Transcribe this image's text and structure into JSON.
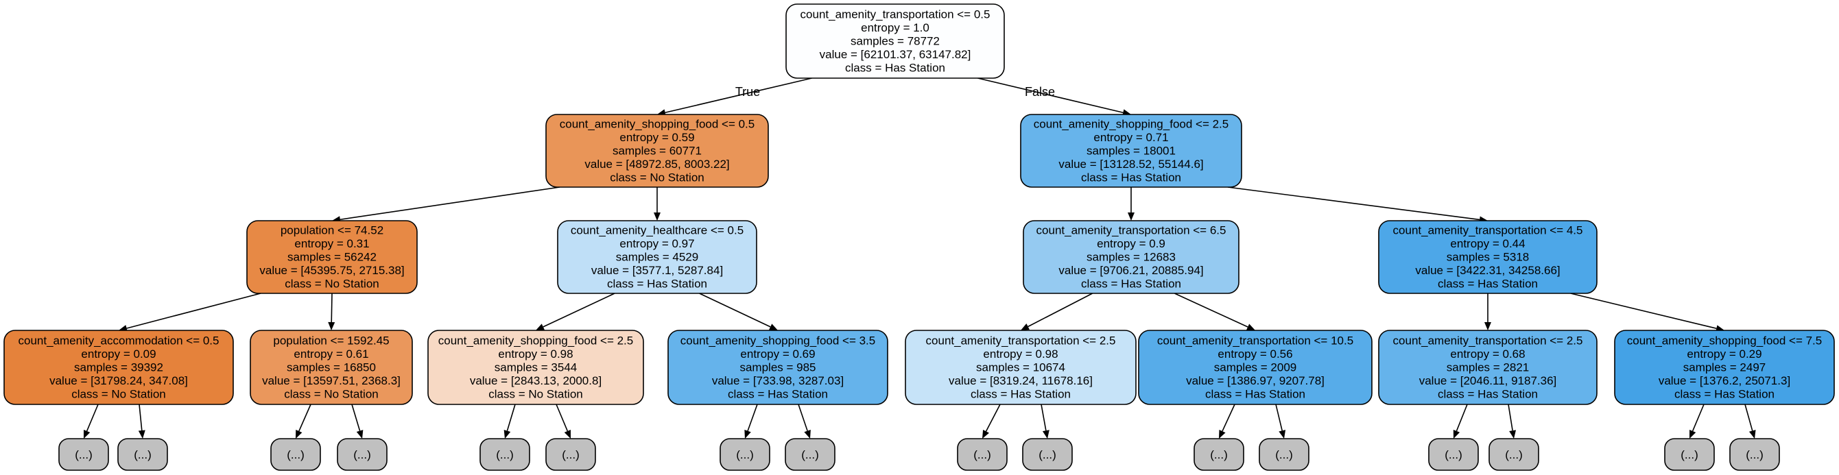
{
  "nodes": [
    {
      "id": "n0",
      "lines": [
        "count_amenity_transportation <= 0.5",
        "entropy = 1.0",
        "samples = 78772",
        "value = [62101.37, 63147.82]",
        "class = Has Station"
      ],
      "fill": "#fdfeff"
    },
    {
      "id": "n1",
      "lines": [
        "count_amenity_shopping_food <= 0.5",
        "entropy = 0.59",
        "samples = 60771",
        "value = [48972.85, 8003.22]",
        "class = No Station"
      ],
      "fill": "#e99558"
    },
    {
      "id": "n2",
      "lines": [
        "count_amenity_shopping_food <= 2.5",
        "entropy = 0.71",
        "samples = 18001",
        "value = [13128.52, 55144.6]",
        "class = Has Station"
      ],
      "fill": "#67b4eb"
    },
    {
      "id": "n3",
      "lines": [
        "population <= 74.52",
        "entropy = 0.31",
        "samples = 56242",
        "value = [45395.75, 2715.38]",
        "class = No Station"
      ],
      "fill": "#e78945"
    },
    {
      "id": "n4",
      "lines": [
        "count_amenity_healthcare <= 0.5",
        "entropy = 0.97",
        "samples = 4529",
        "value = [3577.1, 5287.84]",
        "class = Has Station"
      ],
      "fill": "#bfdff7"
    },
    {
      "id": "n5",
      "lines": [
        "count_amenity_transportation <= 6.5",
        "entropy = 0.9",
        "samples = 12683",
        "value = [9706.21, 20885.94]",
        "class = Has Station"
      ],
      "fill": "#95caf1"
    },
    {
      "id": "n6",
      "lines": [
        "count_amenity_transportation <= 4.5",
        "entropy = 0.44",
        "samples = 5318",
        "value = [3422.31, 34258.66]",
        "class = Has Station"
      ],
      "fill": "#4da7e8"
    },
    {
      "id": "n7",
      "lines": [
        "count_amenity_accommodation <= 0.5",
        "entropy = 0.09",
        "samples = 39392",
        "value = [31798.24, 347.08]",
        "class = No Station"
      ],
      "fill": "#e5823b"
    },
    {
      "id": "n8",
      "lines": [
        "population <= 1592.45",
        "entropy = 0.61",
        "samples = 16850",
        "value = [13597.51, 2368.3]",
        "class = No Station"
      ],
      "fill": "#ea975c"
    },
    {
      "id": "n9",
      "lines": [
        "count_amenity_shopping_food <= 2.5",
        "entropy = 0.98",
        "samples = 3544",
        "value = [2843.13, 2000.8]",
        "class = No Station"
      ],
      "fill": "#f7d9c4"
    },
    {
      "id": "n10",
      "lines": [
        "count_amenity_shopping_food <= 3.5",
        "entropy = 0.69",
        "samples = 985",
        "value = [733.98, 3287.03]",
        "class = Has Station"
      ],
      "fill": "#65b3eb"
    },
    {
      "id": "n11",
      "lines": [
        "count_amenity_transportation <= 2.5",
        "entropy = 0.98",
        "samples = 10674",
        "value = [8319.24, 11678.16]",
        "class = Has Station"
      ],
      "fill": "#c6e3f8"
    },
    {
      "id": "n12",
      "lines": [
        "count_amenity_transportation <= 10.5",
        "entropy = 0.56",
        "samples = 2009",
        "value = [1386.97, 9207.78]",
        "class = Has Station"
      ],
      "fill": "#57ace9"
    },
    {
      "id": "n13",
      "lines": [
        "count_amenity_transportation <= 2.5",
        "entropy = 0.68",
        "samples = 2821",
        "value = [2046.11, 9187.36]",
        "class = Has Station"
      ],
      "fill": "#65b3eb"
    },
    {
      "id": "n14",
      "lines": [
        "count_amenity_shopping_food <= 7.5",
        "entropy = 0.29",
        "samples = 2497",
        "value = [1376.2, 25071.3]",
        "class = Has Station"
      ],
      "fill": "#44a2e6"
    }
  ],
  "edge_labels": {
    "true": "True",
    "false": "False"
  },
  "leaf_label": "(...)",
  "colors": {
    "leaf_fill": "#c0c0c0",
    "stroke": "#000000",
    "orange_class": "#e58139",
    "blue_class": "#399de5"
  }
}
